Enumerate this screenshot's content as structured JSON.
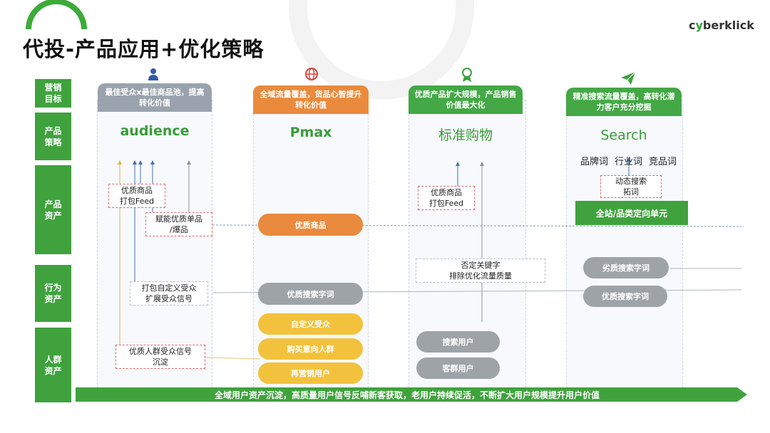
{
  "title": "代投-产品应用+优化策略",
  "logo": {
    "text_a": "c",
    "text_dot": "y",
    "text_b": "berklick"
  },
  "rows": [
    {
      "label": "营销\n目标"
    },
    {
      "label": "产品\n策略"
    },
    {
      "label": "产品\n资产"
    },
    {
      "label": "行为\n资产"
    },
    {
      "label": "人群\n资产"
    }
  ],
  "columns": [
    {
      "header": "最佳受众x最佳商品池，提高转化价值",
      "strategy": "audience",
      "icon": "person-icon",
      "color": "#9aa3ad"
    },
    {
      "header": "全域流量覆盖，货品心智提升转化价值",
      "strategy": "Pmax",
      "icon": "globe-icon",
      "color": "#ea8a3c"
    },
    {
      "header": "优质产品扩大规模，产品销售价值最大化",
      "strategy": "标准购物",
      "icon": "award-icon",
      "color": "#43a845"
    },
    {
      "header": "精准搜索流量覆盖，高转化潜力客户充分挖掘",
      "strategy": "Search",
      "icon": "paper-plane-icon",
      "color": "#43a845"
    }
  ],
  "audience": {
    "box1": "优质商品\n打包Feed",
    "box2": "赋能优质单品\n/爆品",
    "box3": "打包自定义受众\n扩展受众信号",
    "box4": "优质人群受众信号\n沉淀"
  },
  "pmax": {
    "product": "优质商品",
    "behavior": "优质搜索字词",
    "people": [
      "自定义受众",
      "购买意向人群",
      "再营销用户"
    ]
  },
  "shopping": {
    "box1": "优质商品\n打包Feed",
    "box2": "否定关键字\n排除优化流量质量",
    "people": [
      "搜索用户",
      "客群用户"
    ]
  },
  "search": {
    "keywords": [
      "品牌词",
      "行业词",
      "竞品词"
    ],
    "box1": "动态搜索\n拓词",
    "unit": "全站/品类定向单元",
    "behavior": [
      "劣质搜索字词",
      "优质搜索字词"
    ]
  },
  "banner": "全域用户资产沉淀，高质量用户信号反哺新客获取，老用户持续促活，不断扩大用户规模提升用户价值",
  "colors": {
    "green": "#3fa23d",
    "orange": "#ea8a3c",
    "yellow": "#f2c23d",
    "gray": "#9ea3a8"
  }
}
